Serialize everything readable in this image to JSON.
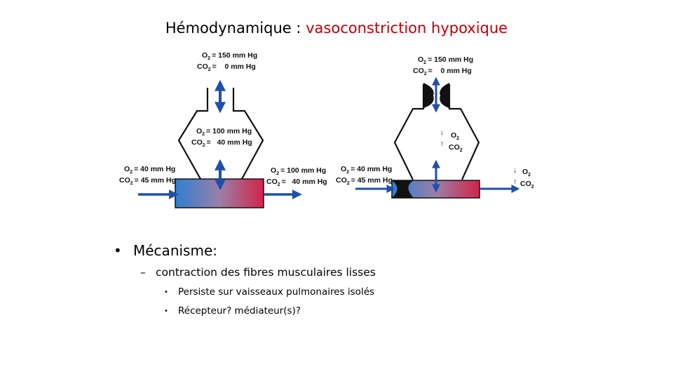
{
  "title": {
    "prefix": "Hémodynamique : ",
    "highlight": "vasoconstriction hypoxique"
  },
  "colors": {
    "title_accent": "#c0000c",
    "arrow": "#1f4fa8",
    "vessel_start": "#2f7fd0",
    "vessel_end": "#d3244a"
  },
  "diagram_left": {
    "airway_o2": "= 150 mm Hg",
    "airway_co2": "=    0 mm Hg",
    "alveolus_o2": "= 100 mm Hg",
    "alveolus_co2": "=   40 mm Hg",
    "inflow_o2": "= 40 mm Hg",
    "inflow_co2": "= 45 mm Hg",
    "outflow_o2": "= 100 mm Hg",
    "outflow_co2": "=   40 mm Hg"
  },
  "diagram_right": {
    "airway_o2": "= 150 mm Hg",
    "airway_co2": "=    0 mm Hg",
    "inflow_o2": "= 40 mm Hg",
    "inflow_co2": "= 45 mm Hg"
  },
  "gas": {
    "o": "O",
    "co": "CO",
    "sub": "2"
  },
  "bullets": {
    "l1_mark": "•",
    "l1": "Mécanisme:",
    "l2_mark": "–",
    "l2": "contraction des fibres musculaires lisses",
    "l3_mark": "•",
    "l3a": "Persiste sur vaisseaux pulmonaires isolés",
    "l3b": "Récepteur? médiateur(s)?"
  },
  "arrows": {
    "down": "↓",
    "up": "↑"
  }
}
